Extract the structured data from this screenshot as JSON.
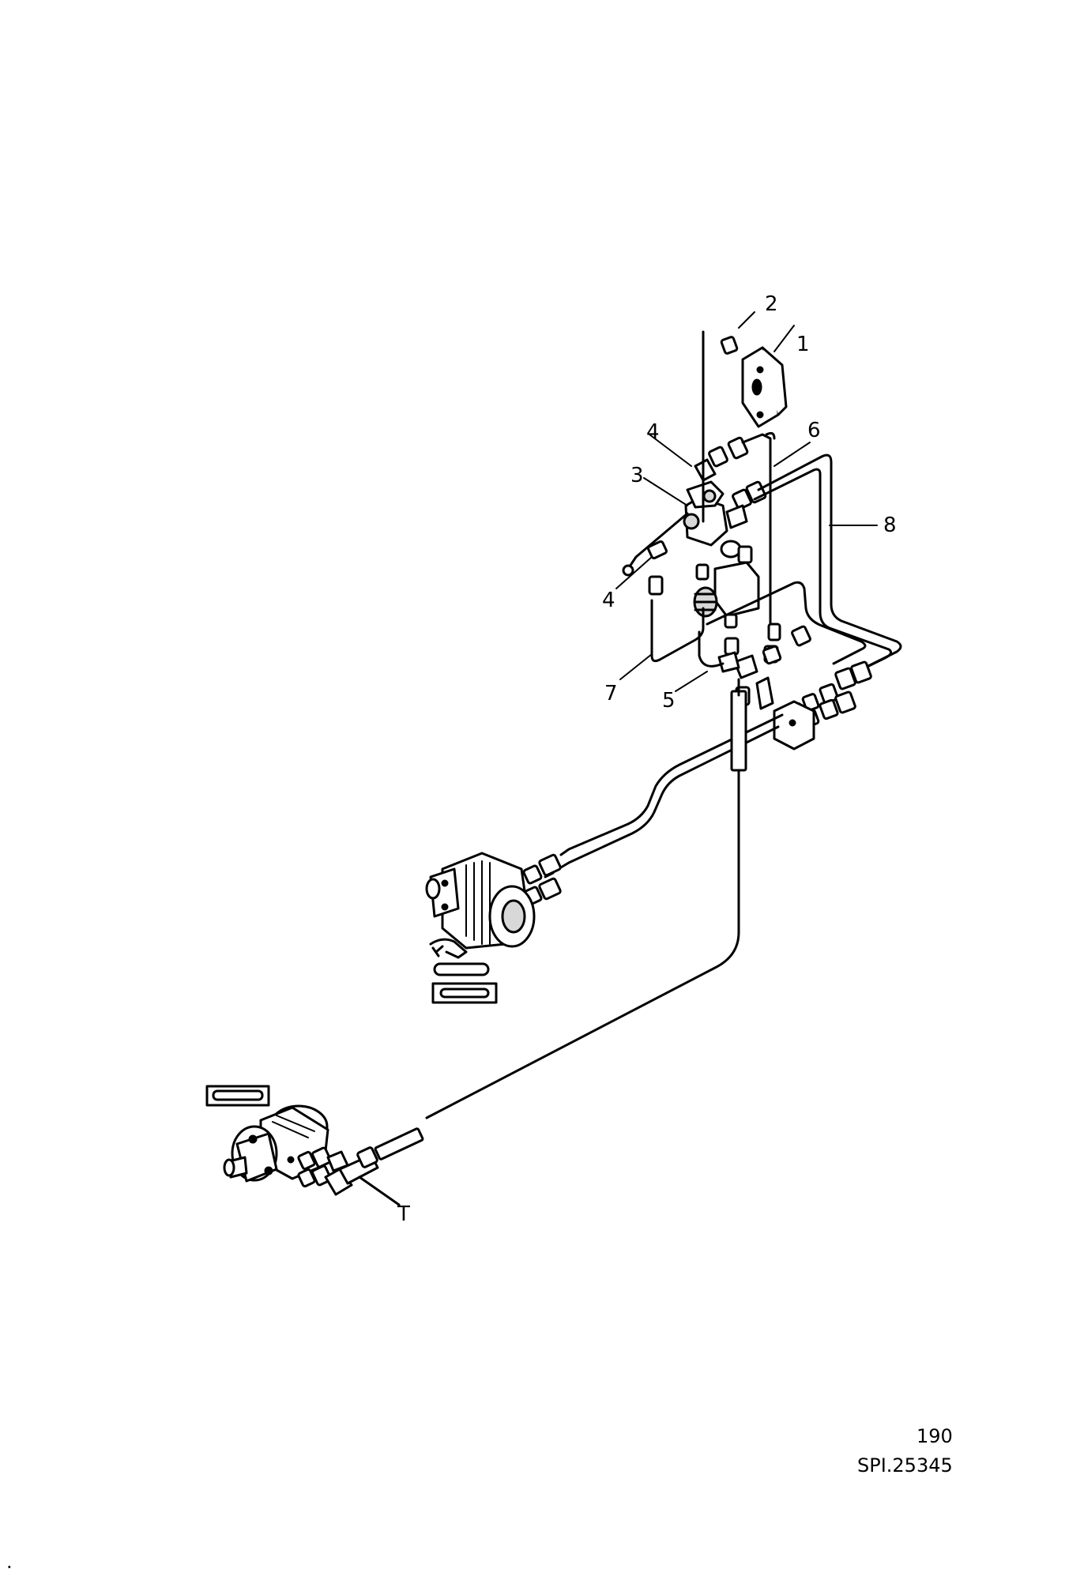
{
  "callouts": {
    "c1": "1",
    "c2": "2",
    "c3": "3",
    "c4a": "4",
    "c4b": "4",
    "c5": "5",
    "c6": "6",
    "c7": "7",
    "c8": "8",
    "cT": "T"
  },
  "footer": {
    "page_number": "190",
    "reference": "SPI.25345"
  },
  "corner_mark": "."
}
